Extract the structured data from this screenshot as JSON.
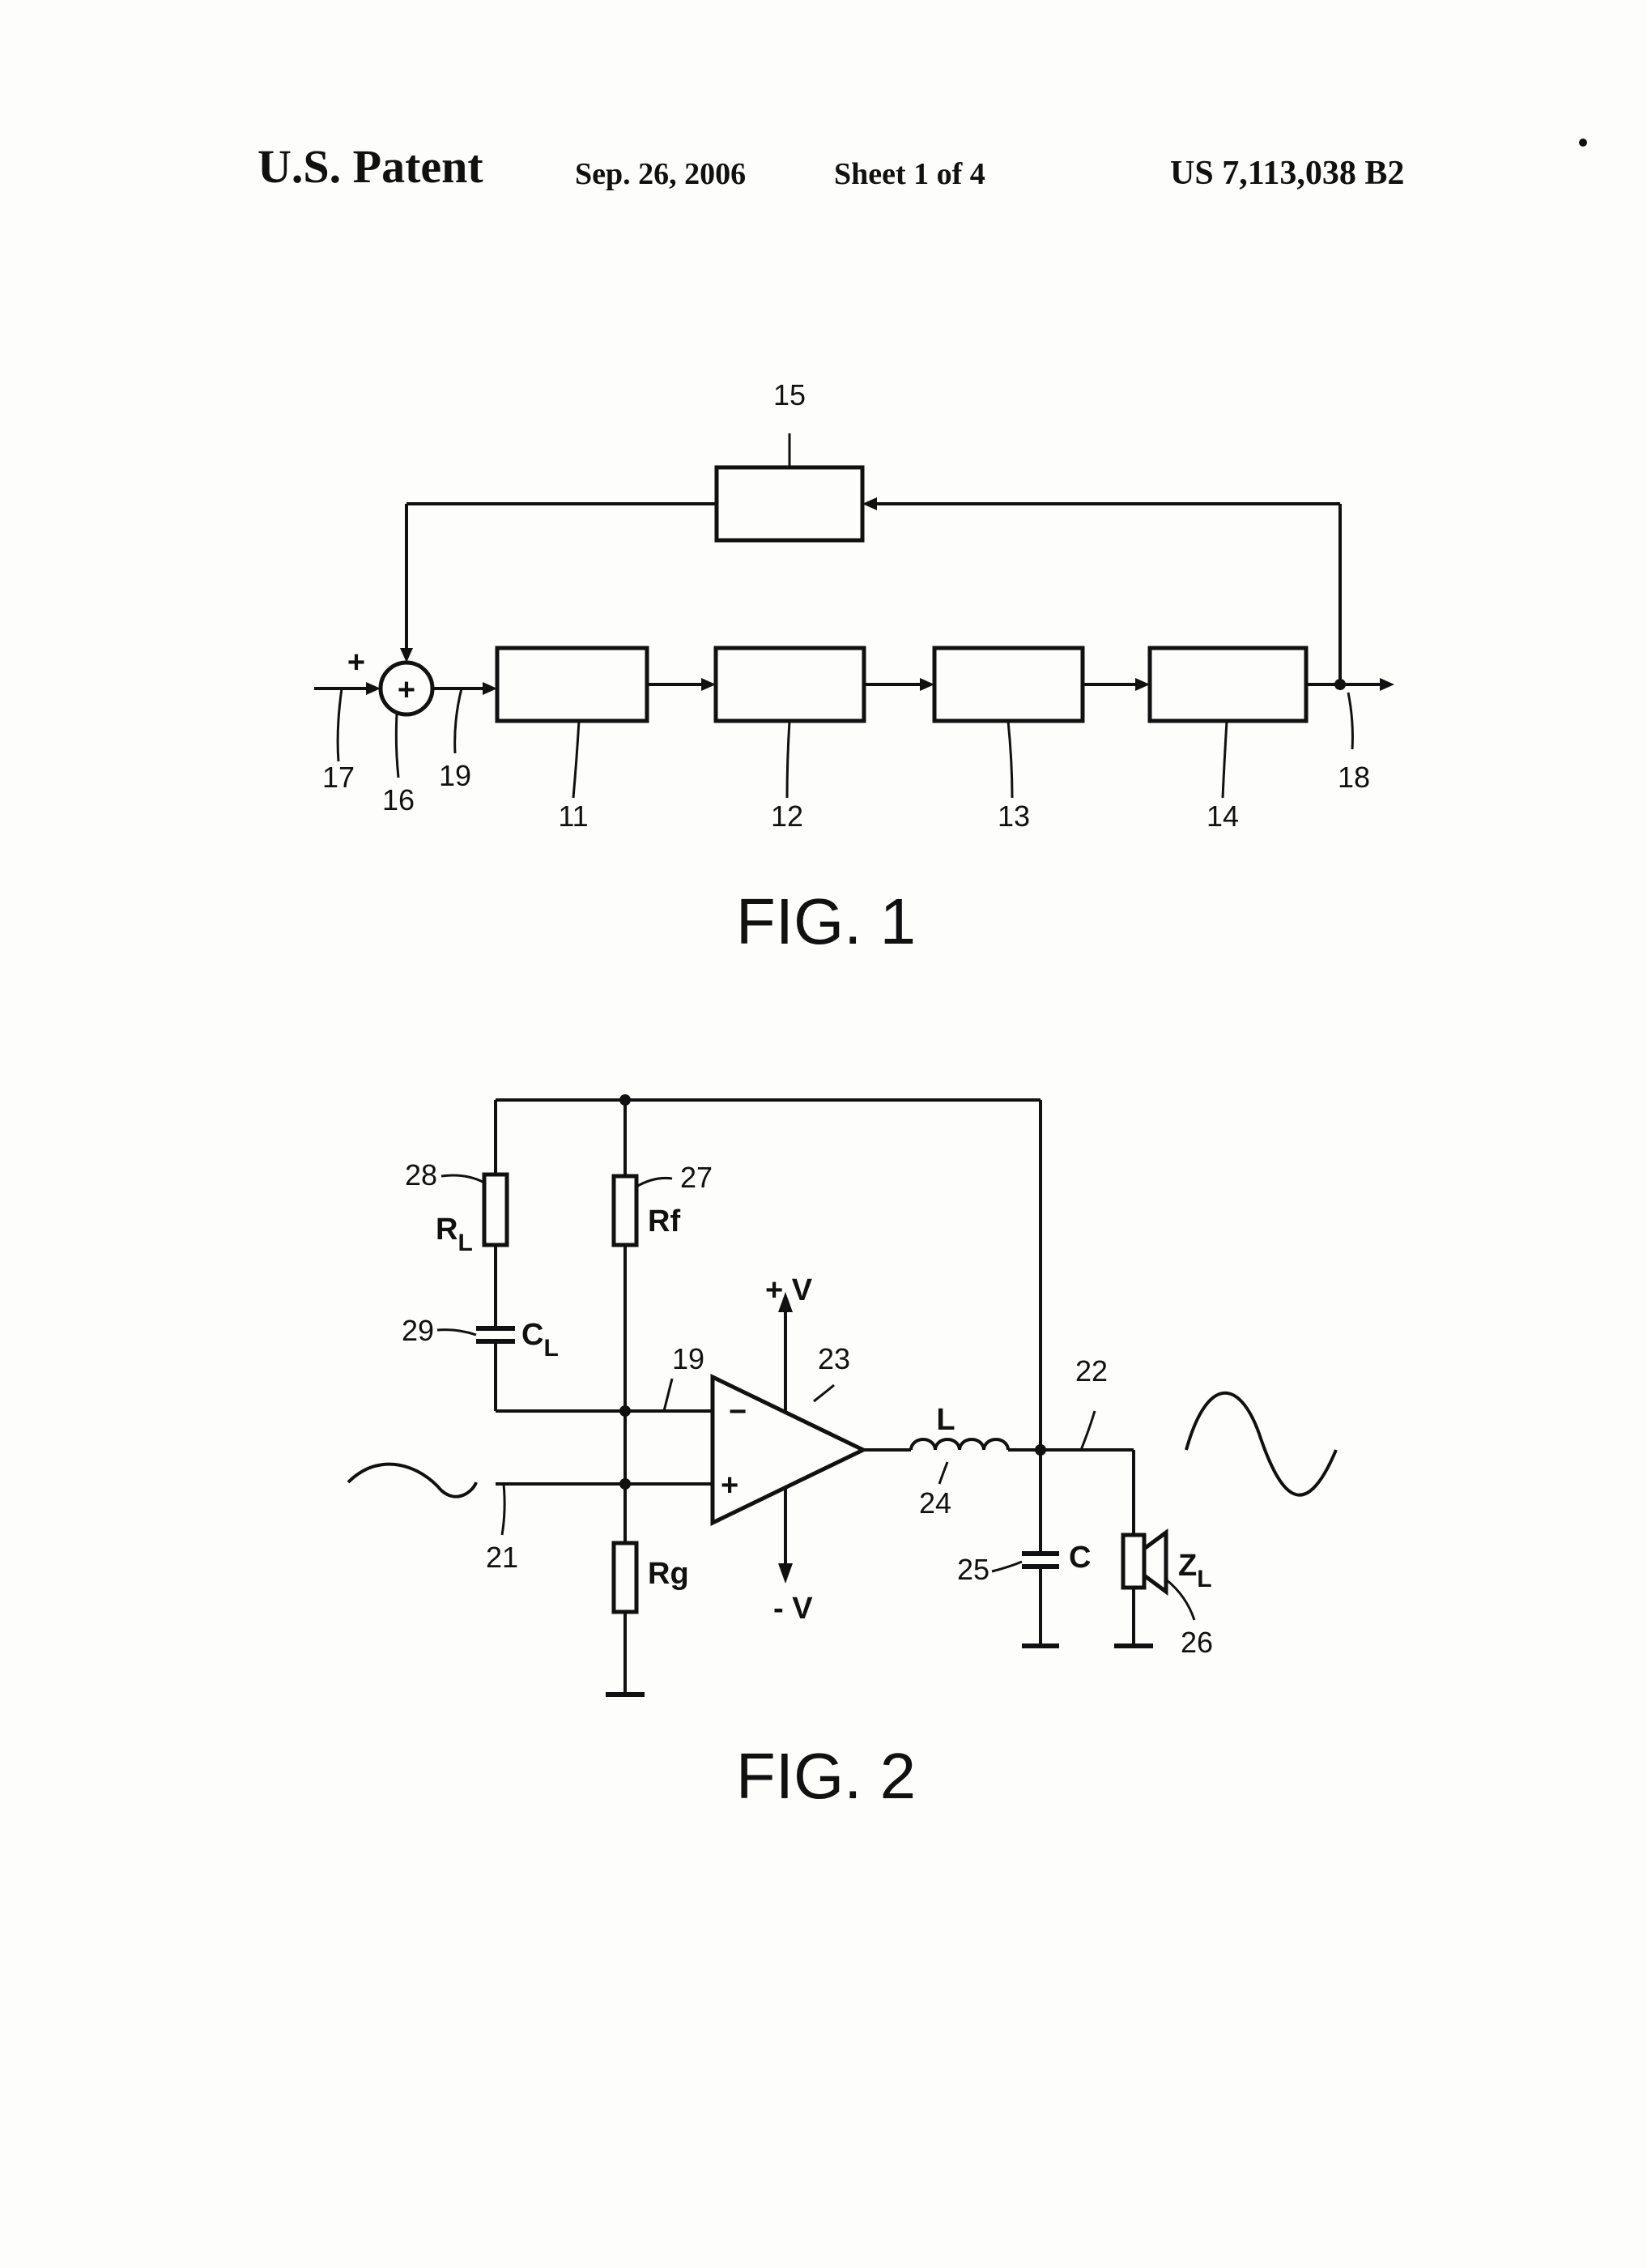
{
  "header": {
    "left": "U.S. Patent",
    "date": "Sep. 26, 2006",
    "sheet": "Sheet 1 of 4",
    "number": "US 7,113,038 B2"
  },
  "fig1": {
    "caption": "FIG. 1",
    "plus_sign": "+",
    "summer_symbol": "+",
    "labels": {
      "n11": "11",
      "n12": "12",
      "n13": "13",
      "n14": "14",
      "n15": "15",
      "n16": "16",
      "n17": "17",
      "n18": "18",
      "n19": "19"
    }
  },
  "fig2": {
    "caption": "FIG. 2",
    "labels": {
      "n19": "19",
      "n21": "21",
      "n22": "22",
      "n23": "23",
      "n24": "24",
      "n25": "25",
      "n26": "26",
      "n27": "27",
      "n28": "28",
      "n29": "29",
      "rl": "R",
      "rl_sub": "L",
      "cl": "C",
      "cl_sub": "L",
      "rf": "Rf",
      "rg": "Rg",
      "l": "L",
      "c": "C",
      "zl": "Z",
      "zl_sub": "L",
      "vpos": "+ V",
      "vneg": "- V",
      "minus_in": "−",
      "plus_in": "+"
    }
  }
}
